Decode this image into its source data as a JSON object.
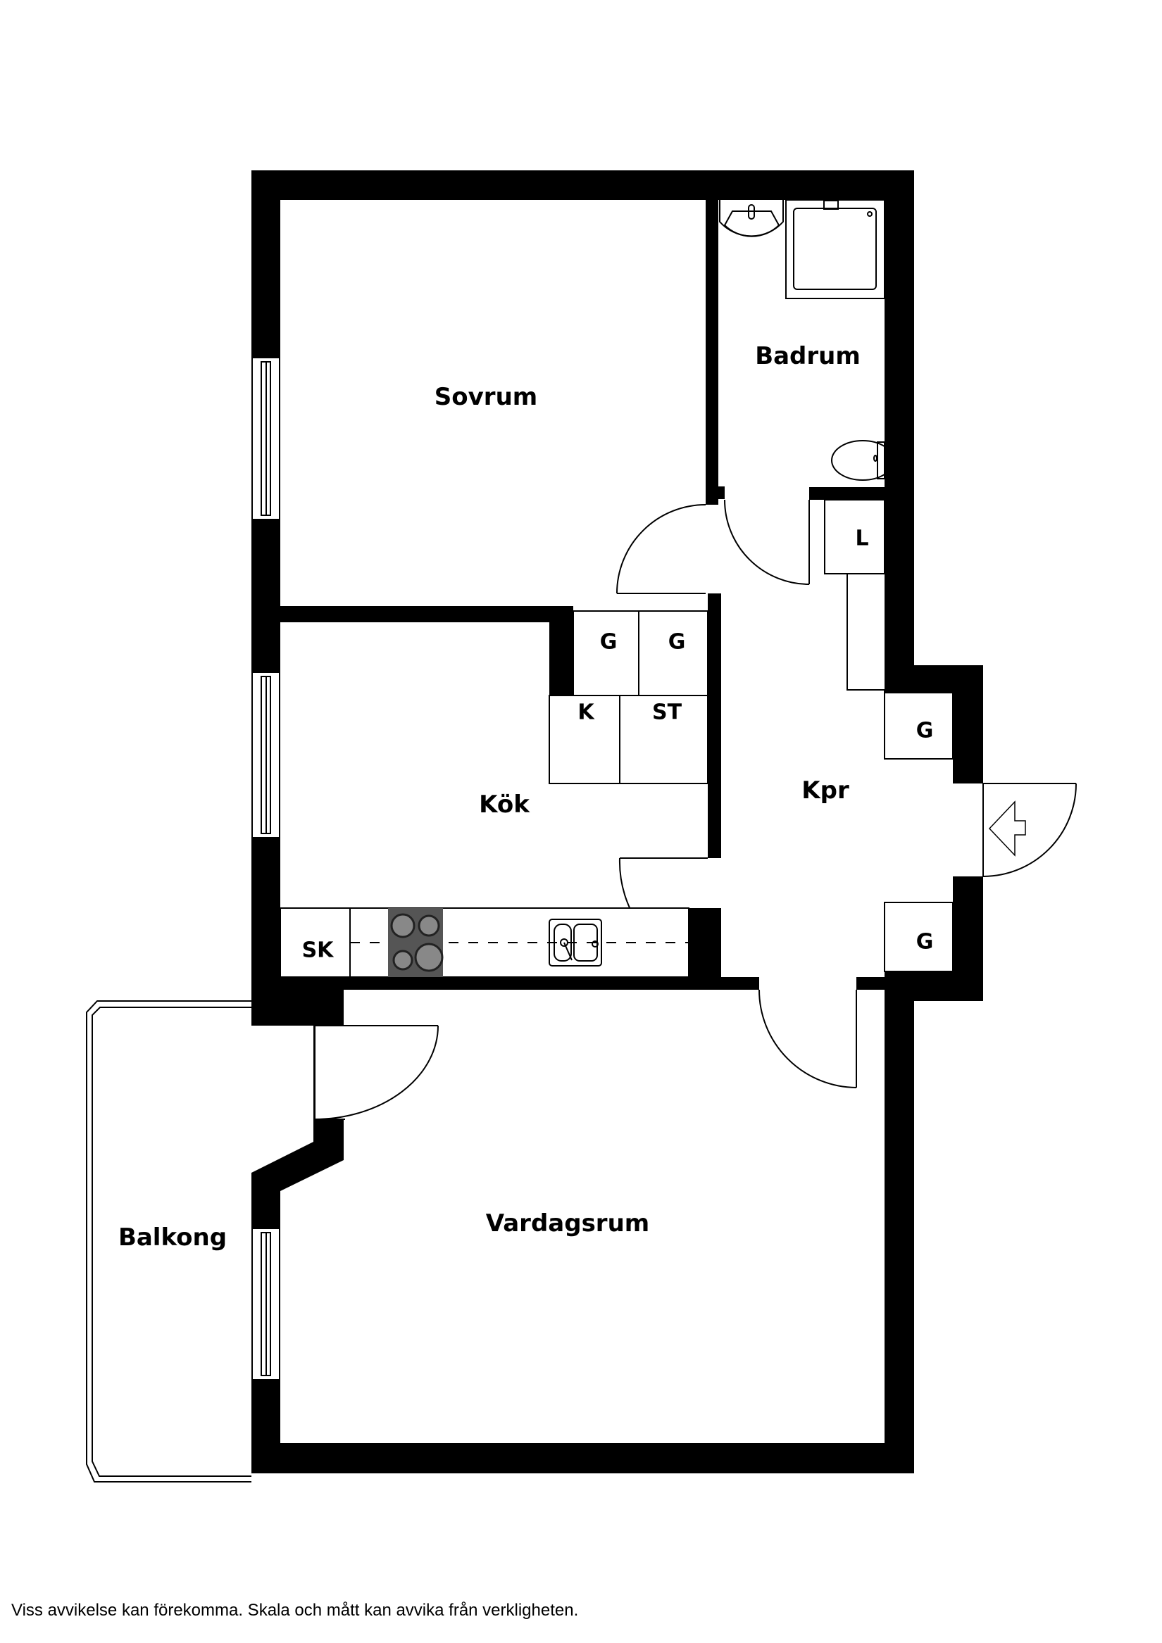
{
  "rooms": {
    "sovrum": "Sovrum",
    "badrum": "Badrum",
    "kok": "Kök",
    "kpr": "Kpr",
    "vardagsrum": "Vardagsrum",
    "balkong": "Balkong"
  },
  "storage_units": {
    "g1": "G",
    "g2": "G",
    "k": "K",
    "st": "ST",
    "l": "L",
    "g_hall_upper": "G",
    "g_hall_lower": "G",
    "sk": "SK"
  },
  "footer": {
    "disclaimer": "Viss avvikelse kan förekomma. Skala och mått kan avvika från verkligheten."
  },
  "colors": {
    "wall": "#000000",
    "stove": "#555555",
    "burner": "#888888",
    "background": "#ffffff"
  }
}
